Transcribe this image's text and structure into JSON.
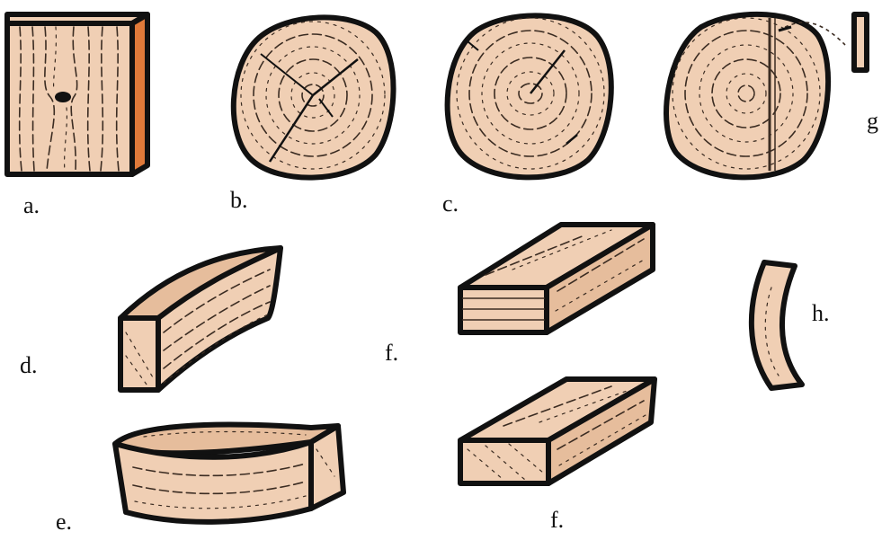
{
  "labels": {
    "a": "a.",
    "b": "b.",
    "c": "c.",
    "g": "g",
    "d": "d.",
    "f_top": "f.",
    "h": "h.",
    "e": "e.",
    "f_bottom": "f."
  },
  "colors": {
    "wood": "#f0cfb4",
    "wood_shade": "#e6bd9c",
    "outline": "#111111",
    "edge_orange": "#e07a3a",
    "grain": "#3b2c22"
  }
}
